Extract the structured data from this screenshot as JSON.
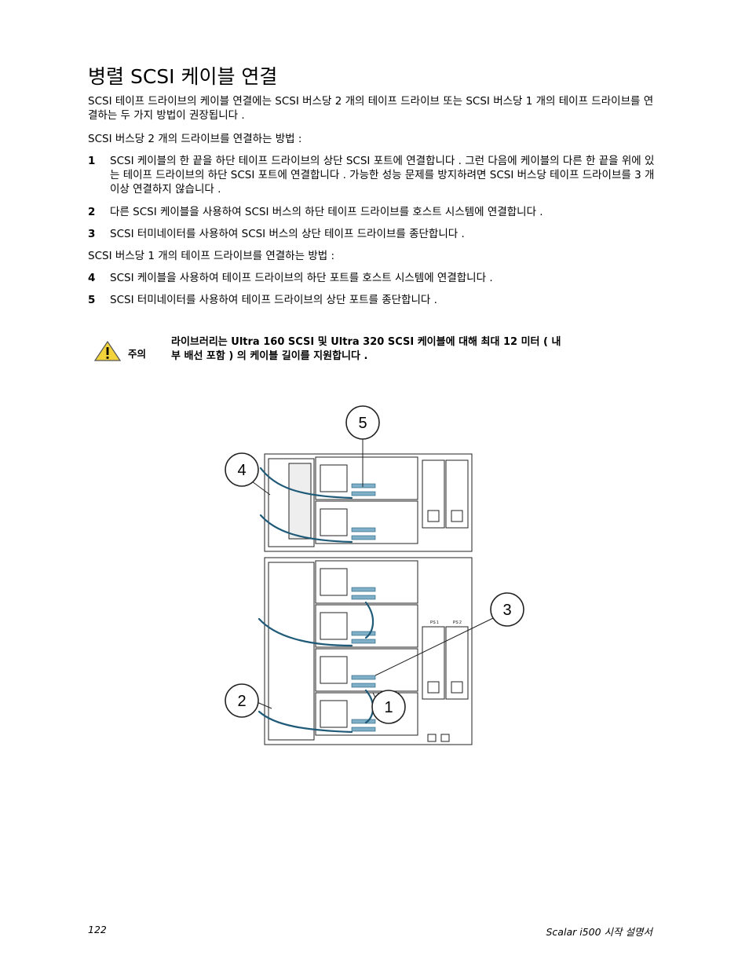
{
  "page": {
    "title": "병렬 SCSI 케이블 연결",
    "intro": "SCSI 테이프 드라이브의 케이블 연결에는 SCSI 버스당 2 개의 테이프 드라이브 또는 SCSI 버스당 1 개의 테이프 드라이브를 연결하는 두 가지 방법이 권장됩니다 .",
    "two_drive_heading": "SCSI 버스당 2 개의 드라이브를 연결하는 방법 :",
    "two_drive_steps": [
      {
        "num": "1",
        "text": "SCSI 케이블의 한 끝을 하단 테이프 드라이브의 상단 SCSI 포트에 연결합니다 . 그런 다음에 케이블의 다른 한 끝을 위에 있는 테이프 드라이브의 하단 SCSI 포트에 연결합니다 . 가능한 성능 문제를 방지하려면 SCSI 버스당 테이프 드라이브를 3 개 이상 연결하지 않습니다 ."
      },
      {
        "num": "2",
        "text": "다른 SCSI 케이블을 사용하여 SCSI 버스의 하단 테이프 드라이브를 호스트 시스템에 연결합니다 ."
      },
      {
        "num": "3",
        "text": "SCSI 터미네이터를 사용하여 SCSI 버스의 상단 테이프 드라이브를 종단합니다 ."
      }
    ],
    "one_drive_heading": "SCSI 버스당 1 개의 테이프 드라이브를 연결하는 방법 :",
    "one_drive_steps": [
      {
        "num": "4",
        "text": "SCSI 케이블을 사용하여 테이프 드라이브의 하단 포트를 호스트 시스템에 연결합니다 ."
      },
      {
        "num": "5",
        "text": "SCSI 터미네이터를 사용하여 테이프 드라이브의 상단 포트를 종단합니다 ."
      }
    ]
  },
  "note": {
    "icon": "warning-triangle-icon",
    "label": "주의",
    "text": "라이브러리는 Ultra 160 SCSI 및 Ultra 320 SCSI 케이블에 대해 최대 12 미터 ( 내부 배선 포함 ) 의 케이블 길이를 지원합니다 ."
  },
  "figure": {
    "callouts": [
      "5",
      "4",
      "3",
      "2",
      "1"
    ],
    "cable_color": "#1f5a78",
    "port_color": "#7fb0c8",
    "psu_labels": [
      "PS 1",
      "PS 2"
    ]
  },
  "footer": {
    "page_number": "122",
    "doc_title": "Scalar i500 시작 설명서"
  }
}
